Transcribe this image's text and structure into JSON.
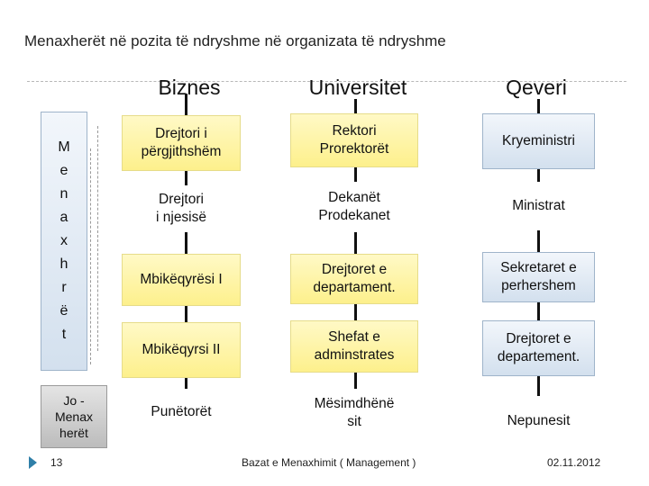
{
  "title": "Menaxherët në pozita të ndryshme në organizata të ndryshme",
  "columns": [
    "Biznes",
    "Universitet",
    "Qeveri"
  ],
  "side_managers_letters": [
    "M",
    "e",
    "n",
    "a",
    "x",
    "h",
    "r",
    "ë",
    "t"
  ],
  "side_nonmanagers": "Jo -\nMenax\nherët",
  "biznes": [
    "Drejtori i\npërgjithshëm",
    "Drejtori\ni njesisë",
    "Mbikëqyrësi I",
    "Mbikëqyrsi II",
    "Punëtorët"
  ],
  "universitet": [
    "Rektori\nProrektorët",
    "Dekanët\nProdekanet",
    "Drejtoret e\ndepartament.",
    "Shefat e\nadminstrates",
    "Mësimdhënë\nsit"
  ],
  "qeveri": [
    "Kryeministri",
    "Ministrat",
    "Sekretaret e\nperhershem",
    "Drejtoret e\ndepartement.",
    "Nepunesit"
  ],
  "footer": {
    "page_number": "13",
    "center": "Bazat e Menaxhimit ( Management )",
    "date": "02.11.2012"
  },
  "colors": {
    "yellow": "#fdf08c",
    "blue": "#d3e0ee",
    "gray": "#bcbcbc",
    "arrow": "#2f7fa8"
  }
}
